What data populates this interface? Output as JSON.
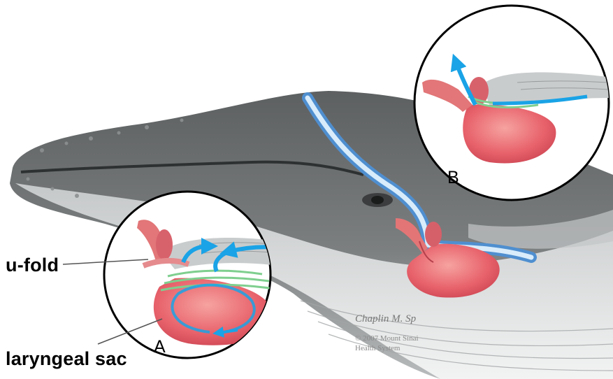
{
  "labels": {
    "u_fold": "u-fold",
    "laryngeal_sac": "laryngeal sac",
    "inset_a": "A",
    "inset_b": "B"
  },
  "credit": {
    "signature": "Chaplin M. Sp",
    "line1": "© 2007 Mount Sinai",
    "line2": "Health System"
  },
  "colors": {
    "whale_body": "#6f7172",
    "whale_belly": "#c9cccd",
    "sac": "#e8636c",
    "airflow_arrow": "#1aa3e6",
    "trachea": "#8fc6ec",
    "vibration_rings": "#7fcf8f"
  }
}
